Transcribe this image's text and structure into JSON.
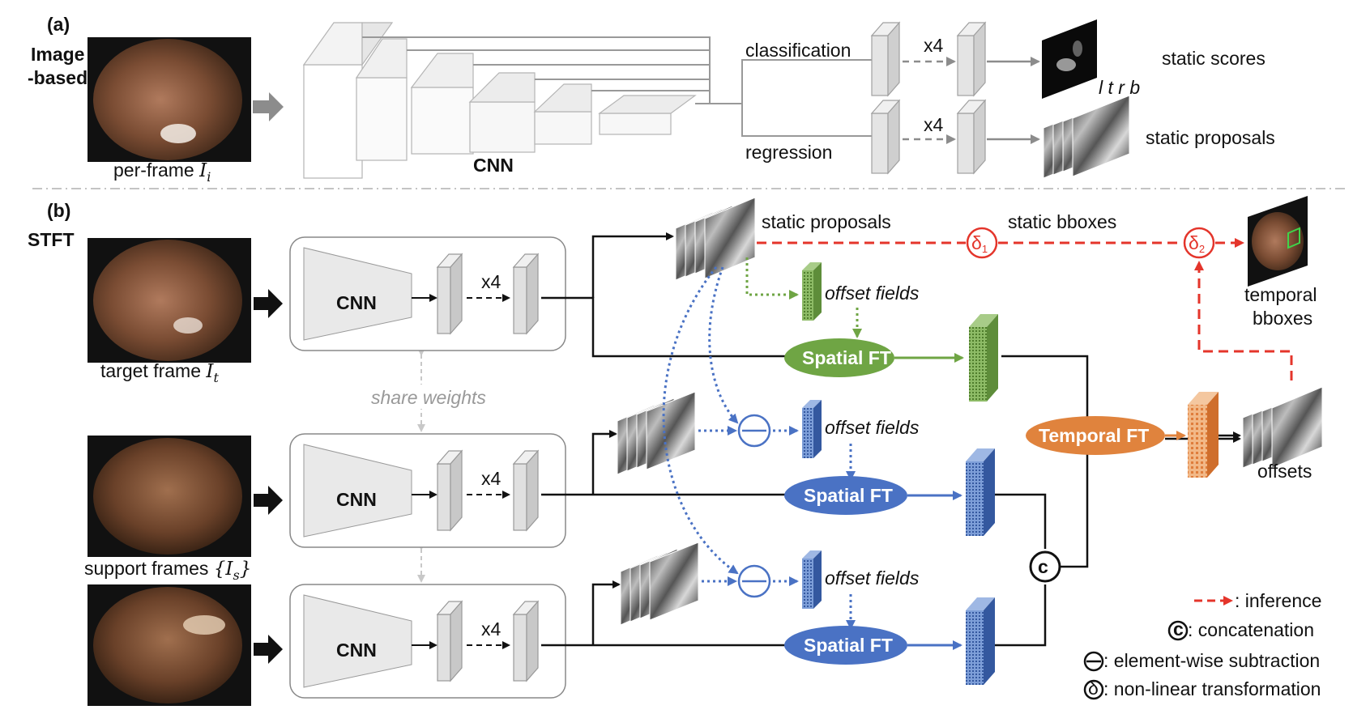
{
  "section_a": {
    "tag": "(a)",
    "title_line1": "Image",
    "title_line2": "-based",
    "frame_caption": "per-frame ",
    "frame_caption_math": "I",
    "frame_caption_sub": "i",
    "cnn_label": "CNN",
    "classification_label": "classification",
    "regression_label": "regression",
    "repeat_cls": "x4",
    "repeat_reg": "x4",
    "static_scores": "static scores",
    "static_proposals": "static proposals",
    "ltrb": "l t r b"
  },
  "section_b": {
    "tag": "(b)",
    "title": "STFT",
    "target_caption": "target frame ",
    "target_caption_math": "I",
    "target_caption_sub": "t",
    "support_caption": "support frames ",
    "support_caption_math": "{I",
    "support_caption_sub": "s",
    "support_caption_close": "}",
    "share_weights": "share weights",
    "cnn_label": "CNN",
    "repeat": "x4",
    "static_proposals": "static proposals",
    "static_bboxes": "static bboxes",
    "delta1": "δ",
    "delta1_sub": "1",
    "delta2": "δ",
    "delta2_sub": "2",
    "temporal_bboxes_1": "temporal",
    "temporal_bboxes_2": "bboxes",
    "offset_fields": "offset fields",
    "spatial_ft": "Spatial FT",
    "temporal_ft": "Temporal FT",
    "concat_symbol": "c",
    "offsets": "offsets"
  },
  "legend": {
    "inference": ": inference",
    "concatenation": ": concatenation",
    "subtraction": ": element-wise subtraction",
    "nonlinear": ": non-linear transformation",
    "c_symbol": "c",
    "delta_symbol": "δ"
  },
  "colors": {
    "green": "#6fa544",
    "blue": "#4a72c4",
    "orange": "#e0833d",
    "red": "#e4352b",
    "gray_arrow": "#8c8c8c"
  },
  "icons": {
    "frame": "endoscopy-frame-image",
    "feature_map": "feature-map-stack",
    "subtract": "subtraction-icon",
    "concat": "concatenation-icon",
    "delta": "nonlinear-transform-icon"
  }
}
